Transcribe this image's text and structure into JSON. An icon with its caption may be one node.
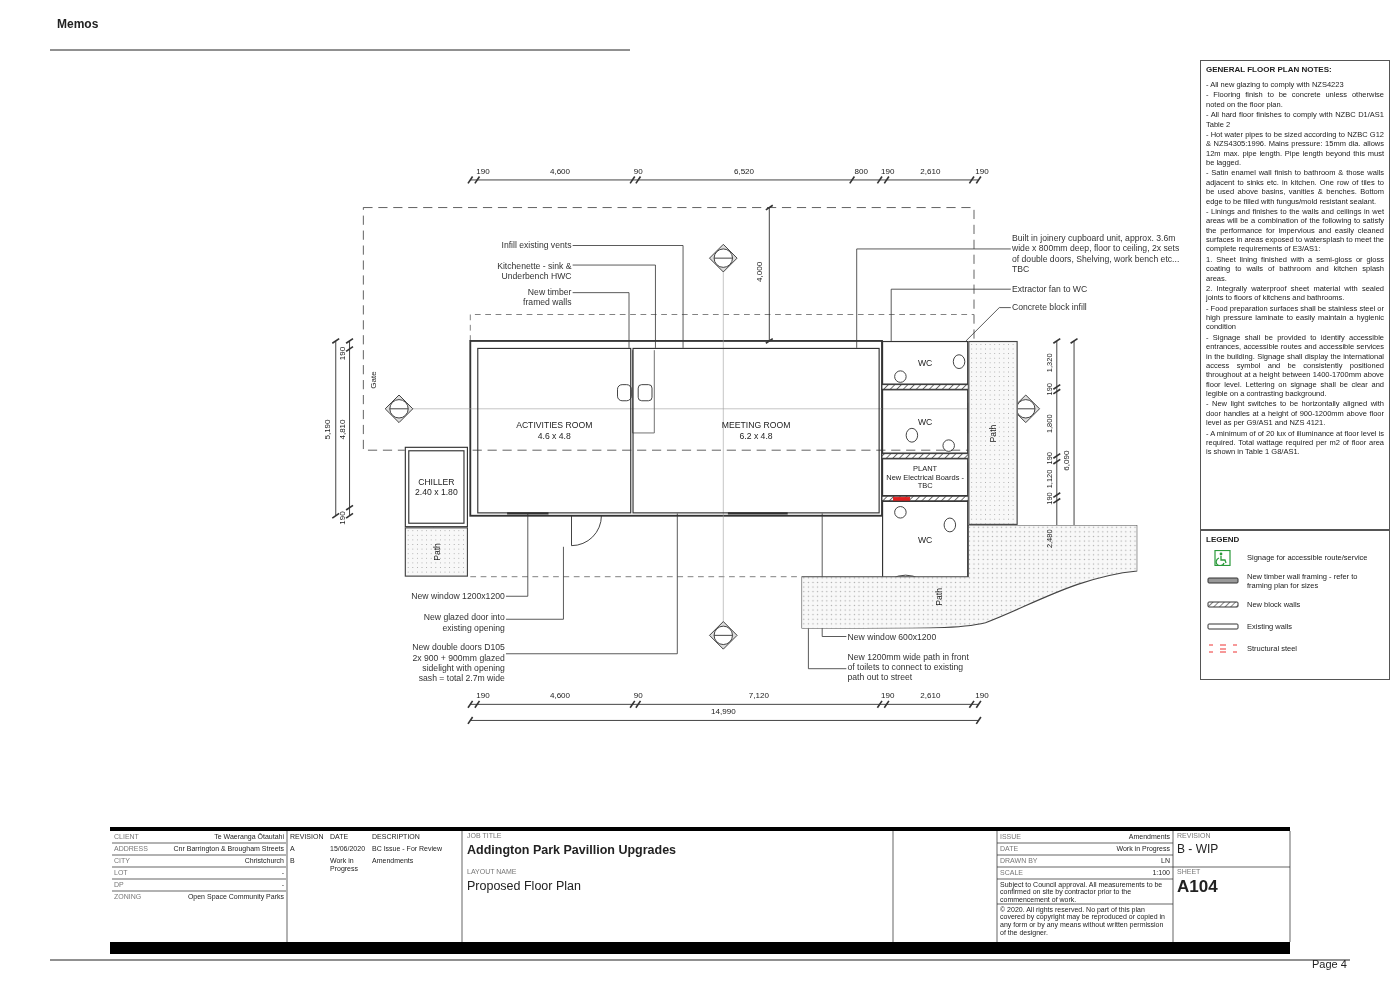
{
  "diagram": {
    "nodes": [
      {
        "text": [
          "ACTIVITIES ROOM",
          "4.6 x 4.8"
        ]
      },
      {
        "text": [
          "MEETING ROOM",
          "6.2 x 4.8"
        ]
      },
      {
        "text": [
          "WC"
        ]
      },
      {
        "text": [
          "WC"
        ]
      },
      {
        "text": [
          "PLANT",
          "New Electrical Boards - TBC"
        ]
      },
      {
        "text": [
          "WC"
        ]
      },
      {
        "text": [
          "CHILLER",
          "2.40 x 1.80"
        ]
      },
      {
        "text": [
          "Path"
        ]
      },
      {
        "text": [
          "Path"
        ]
      },
      {
        "text": [
          "Path"
        ]
      },
      {
        "text": [
          "Infill existing vents"
        ]
      },
      {
        "text": [
          "Kitchenette - sink & Underbench HWC"
        ]
      },
      {
        "text": [
          "New timber framed walls"
        ]
      },
      {
        "text": [
          "Built in joinery cupboard unit, approx. 3.6m wide x 800mm deep, floor to ceiling, 2x sets of double doors, Shelving, work bench etc... TBC"
        ]
      },
      {
        "text": [
          "Extractor fan to WC"
        ]
      },
      {
        "text": [
          "Concrete block infill"
        ]
      },
      {
        "text": [
          "New window 1200x1200"
        ]
      },
      {
        "text": [
          "New glazed door into existing opening"
        ]
      },
      {
        "text": [
          "New double doors D105 2x 900 + 900mm glazed sidelight with opening sash = total 2.7m wide"
        ]
      },
      {
        "text": [
          "New window 600x1200"
        ]
      },
      {
        "text": [
          "New 1200mm wide path in front of toilets to connect to existing path out to street"
        ]
      }
    ],
    "edges": [
      {
        "from": 10,
        "to": 1,
        "arrow": "none"
      },
      {
        "from": 11,
        "to": 1,
        "arrow": "none"
      },
      {
        "from": 12,
        "to": 0,
        "arrow": "none"
      },
      {
        "from": 13,
        "to": 1,
        "arrow": "none"
      },
      {
        "from": 14,
        "to": 2,
        "arrow": "none"
      },
      {
        "from": 15,
        "to": 2,
        "arrow": "none"
      },
      {
        "from": 16,
        "to": 0,
        "arrow": "none"
      },
      {
        "from": 17,
        "to": null,
        "arrow": "none"
      },
      {
        "from": 18,
        "to": 1,
        "arrow": "none"
      },
      {
        "from": 19,
        "to": 1,
        "arrow": "none"
      },
      {
        "from": 20,
        "to": 9,
        "arrow": "none"
      }
    ],
    "labels": [
      "Memos",
      "Page 4",
      "190",
      "4,600",
      "90",
      "6,520",
      "800",
      "190",
      "2,610",
      "190",
      "4,000",
      "Gate",
      "5,190",
      "190",
      "4,810",
      "190",
      "1,320",
      "190",
      "1,800",
      "190",
      "1,120",
      "190",
      "2,480",
      "6,090",
      "190",
      "4,600",
      "90",
      "7,120",
      "190",
      "2,610",
      "190",
      "14,990",
      "GENERAL FLOOR PLAN NOTES:",
      "- All new glazing to comply with NZS4223",
      "- Flooring finish to be concrete unless otherwise noted on the floor plan.",
      "- All hard floor finishes to comply with NZBC D1/AS1 Table 2",
      "- Hot water pipes to be sized according to NZBC G12 & NZS4305:1996. Mains pressure: 15mm dia. allows 12m max. pipe length. Pipe length beyond this must be lagged.",
      "- Satin enamel wall finish to bathroom & those walls adjacent to sinks etc. in kitchen. One row of tiles to be used above basins, vanities & benches. Bottom edge to be filled with fungus/mold resistant sealant.",
      "- Linings and finishes to the walls and ceilings in wet areas will be a combination of the following to satisfy the performance for impervious and easily cleaned surfaces in areas exposed to watersplash to meet the complete requirements of E3/AS1:",
      "1. Sheet lining finished with a semi-gloss or gloss coating to walls of bathroom and kitchen splash areas.",
      "2. Integrally waterproof sheet material with sealed joints to floors of kitchens and bathrooms.",
      "- Food preparation surfaces shall be stainless steel or high pressure laminate to easily maintain a hygienic condition",
      "- Signage shall be provided to identify accessible entrances, accessible routes and accessible services in the building. Signage shall display the international access symbol and be consistently positioned throughout at a height between 1400-1700mm above floor level. Lettering on signage shall be clear and legible on a contrasting background.",
      "- New light switches to be horizontally aligned with door handles at a height of 900-1200mm above floor level as per G9/AS1 and NZS 4121.",
      "- A minimum of of 20 lux of illuminance at floor level is required. Total wattage required per m2 of floor area is shown in Table 1 G8/AS1.",
      "LEGEND",
      "CLIENT",
      "Te Waeranga Ōtautahi",
      "ADDRESS",
      "Cnr Barrington & Brougham Streets",
      "CITY",
      "Christchurch",
      "LOT",
      "-",
      "DP",
      "-",
      "ZONING",
      "Open Space Community Parks",
      "REVISION",
      "DATE",
      "DESCRIPTION",
      "A",
      "15/06/2020",
      "BC Issue - For Review",
      "B",
      "Work in Progress",
      "Amendments",
      "JOB TITLE",
      "Addington Park Pavillion Upgrades",
      "LAYOUT NAME",
      "Proposed Floor Plan",
      "ISSUE",
      "Amendments",
      "DATE",
      "Work in Progress",
      "DRAWN BY",
      "LN",
      "SCALE",
      "1:100",
      "Subject to Council approval. All measurements to be confirmed on site by contractor prior to the commencement of work.",
      "© 2020. All rights reserved. No part of this plan covered by copyright may be reproduced or copied in any form or by any means without written permission of the designer.",
      "REVISION",
      "B - WIP",
      "SHEET",
      "A104"
    ],
    "legend": [
      {
        "text": "Signage for accessible route/service"
      },
      {
        "text": "New timber wall framing - refer to framing plan for sizes"
      },
      {
        "text": "New block walls"
      },
      {
        "text": "Existing walls"
      },
      {
        "text": "Structural steel"
      }
    ]
  }
}
